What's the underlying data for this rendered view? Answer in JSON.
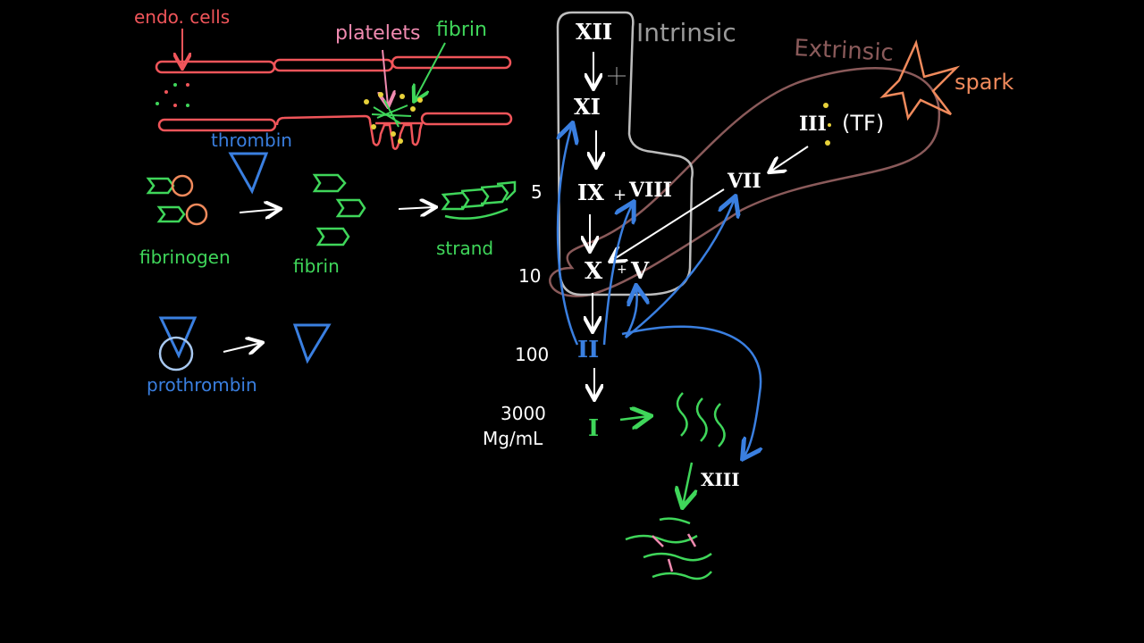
{
  "colors": {
    "background": "#000000",
    "red": "#f0555a",
    "green": "#3fd65a",
    "blue": "#3a7fe0",
    "orange": "#f08a5c",
    "white": "#ffffff",
    "gray": "#bdbdbd",
    "brown": "#8a5a5a",
    "yellow": "#e8d23a",
    "pink": "#f08ab0"
  },
  "labels": {
    "endo_cells": "endo. cells",
    "platelets": "platelets",
    "fibrin_top": "fibrin",
    "thrombin": "thrombin",
    "fibrinogen": "fibrinogen",
    "fibrin_mid": "fibrin",
    "strand": "strand",
    "prothrombin": "prothrombin",
    "intrinsic": "Intrinsic",
    "extrinsic": "Extrinsic",
    "spark": "spark",
    "tf": "(TF)",
    "conc_5": "5",
    "conc_10": "10",
    "conc_100": "100",
    "conc_3000": "3000",
    "conc_unit": "Mg/mL"
  },
  "factors": {
    "xii": "XII",
    "xi": "XI",
    "ix": "IX",
    "viii": "VIII",
    "x": "X",
    "v": "V",
    "ii": "II",
    "i": "I",
    "iii": "III",
    "vii": "VII",
    "xiii": "XIII",
    "plus": "+"
  }
}
